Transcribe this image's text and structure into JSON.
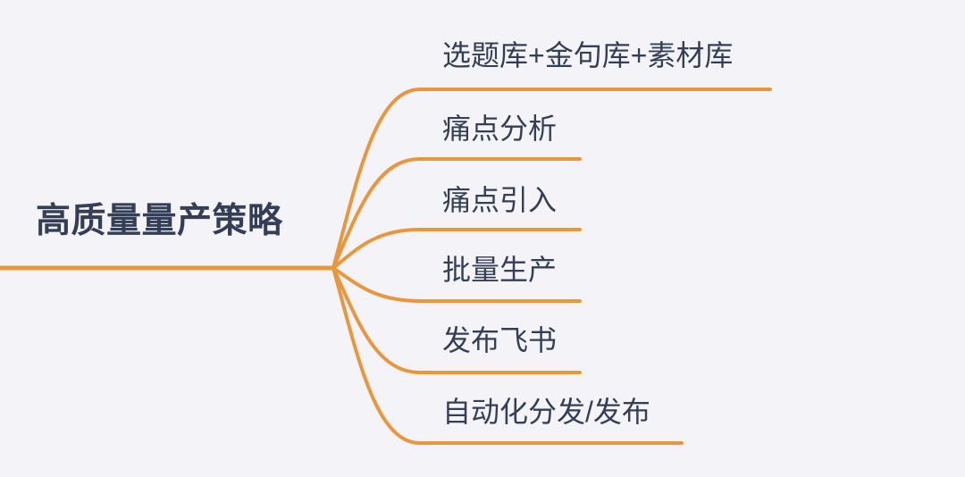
{
  "diagram": {
    "type": "mindmap",
    "root": {
      "label": "高质量量产策略"
    },
    "branches": [
      {
        "label": "选题库+金句库+素材库"
      },
      {
        "label": "痛点分析"
      },
      {
        "label": "痛点引入"
      },
      {
        "label": "批量生产"
      },
      {
        "label": "发布飞书"
      },
      {
        "label": "自动化分发/发布"
      }
    ],
    "colors": {
      "line": "#E9973E",
      "text": "#343E56",
      "background": "#F4F4F8"
    }
  }
}
